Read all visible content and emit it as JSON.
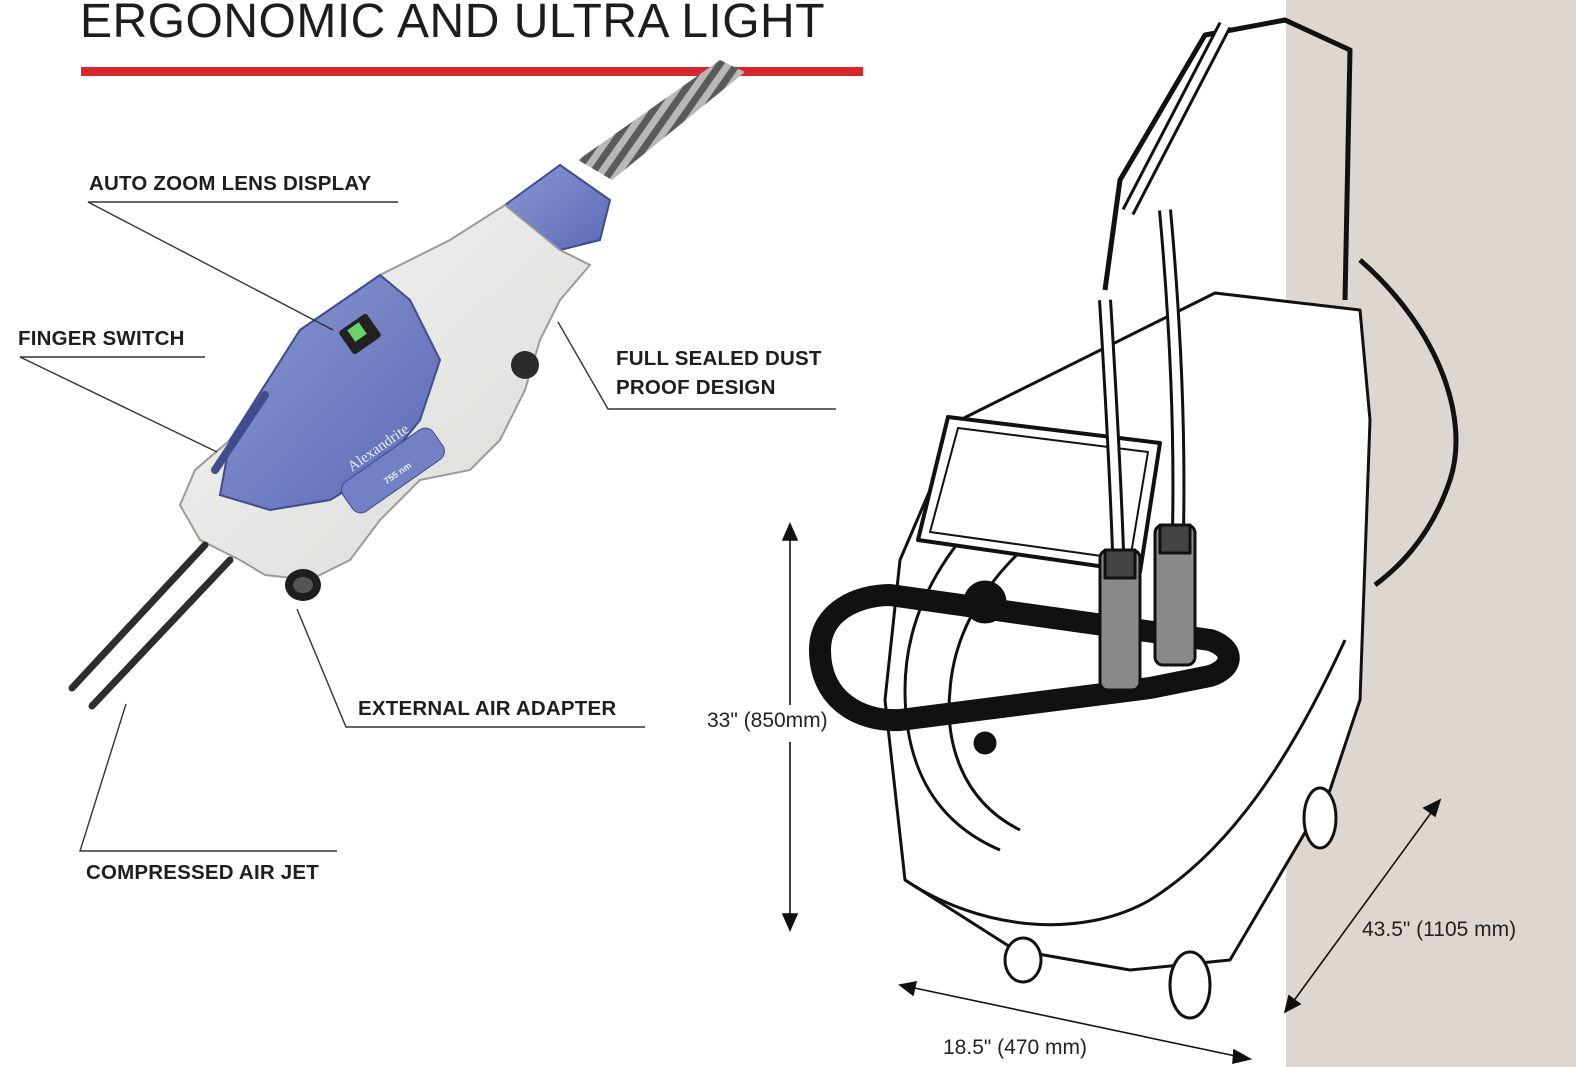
{
  "header": {
    "title": "ERGONOMIC AND ULTRA LIGHT"
  },
  "handpiece": {
    "callouts": {
      "auto_zoom": "AUTO ZOOM LENS DISPLAY",
      "finger_switch": "FINGER SWITCH",
      "dust_line1": "FULL SEALED DUST",
      "dust_line2": "PROOF DESIGN",
      "external_air": "EXTERNAL AIR ADAPTER",
      "compressed_air": "COMPRESSED AIR JET"
    },
    "badge_text": "Alexandrite",
    "badge_sub": "755 nm"
  },
  "cart": {
    "height_label": "33\" (850mm)",
    "depth_label": "43.5\" (1105 mm)",
    "width_label": "18.5\" (470 mm)"
  },
  "colors": {
    "accent_red": "#d6262e",
    "handpiece_blue": "#6f7fc2",
    "wall": "#ddd6d1"
  }
}
